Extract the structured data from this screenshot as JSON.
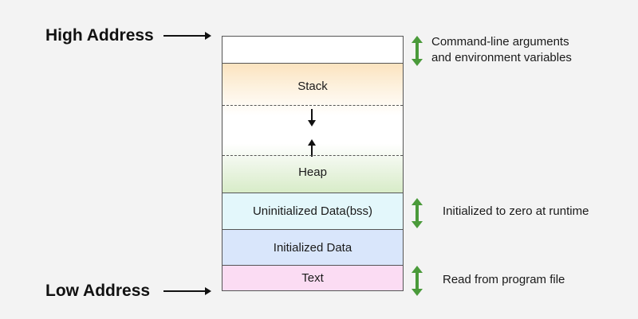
{
  "diagram": {
    "high_address": "High Address",
    "low_address": "Low Address",
    "segments": {
      "stack": "Stack",
      "heap": "Heap",
      "bss": "Uninitialized Data(bss)",
      "initialized": "Initialized Data",
      "text": "Text"
    },
    "notes": {
      "args_line1": "Command-line arguments",
      "args_line2": "and environment variables",
      "bss": "Initialized to zero at runtime",
      "text": "Read from program file"
    },
    "colors": {
      "stack_top": "#fbe3bf",
      "heap_bottom": "#d8ecc8",
      "bss": "#e3f7fb",
      "initialized": "#d9e6fb",
      "text": "#fbdcf3",
      "double_arrow": "#4a9a3a"
    },
    "icons": [
      "right-arrow-icon",
      "down-arrow-icon",
      "up-arrow-icon",
      "double-arrow-icon"
    ]
  }
}
